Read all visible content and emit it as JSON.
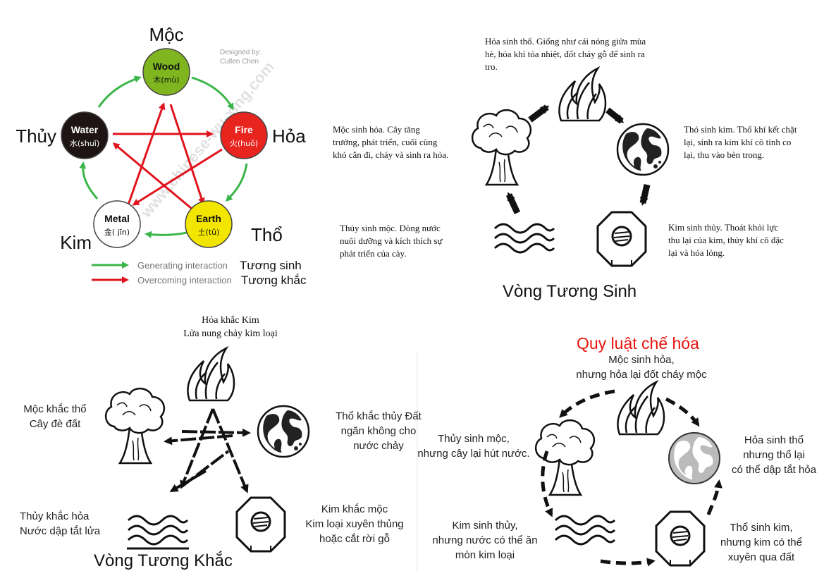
{
  "panel1": {
    "designer": "Designed by:\nCullen Chen",
    "elements": [
      {
        "key": "wood",
        "name": "Wood",
        "sub": "木(mù)",
        "viet": "Mộc",
        "color": "#7fb620",
        "textColor": "#111111"
      },
      {
        "key": "fire",
        "name": "Fire",
        "sub": "火(huǒ)",
        "viet": "Hỏa",
        "color": "#e8241f",
        "textColor": "#ffffff"
      },
      {
        "key": "earth",
        "name": "Earth",
        "sub": "土(tǔ)",
        "viet": "Thổ",
        "color": "#f2e600",
        "textColor": "#111111"
      },
      {
        "key": "metal",
        "name": "Metal",
        "sub": "金( jīn)",
        "viet": "Kim",
        "color": "#ffffff",
        "textColor": "#111111"
      },
      {
        "key": "water",
        "name": "Water",
        "sub": "水(shuǐ)",
        "viet": "Thủy",
        "color": "#1e1414",
        "textColor": "#ffffff"
      }
    ],
    "legend": {
      "generating_label": "Generating interaction",
      "generating_viet": "Tương sinh",
      "overcoming_label": "Overcoming interaction",
      "overcoming_viet": "Tương khắc",
      "generating_color": "#3bb54a",
      "overcoming_color": "#e0141e"
    }
  },
  "panel2": {
    "title": "Vòng Tương Sinh",
    "texts": {
      "fire_earth": "Hỏa sinh thổ. Giống như cái nóng giửa mùa\nhè, hỏa khí tỏa nhiệt, đốt chảy gỗ để sinh ra\ntro.",
      "wood_fire": "Mộc sinh hỏa. Cây tăng\ntrưởng, phát triển, cuối cùng\nkhó cằn đi, cháy và sinh ra hỏa.",
      "earth_metal": "Thó sinh kim. Thổ khí kết chặt\nlại, sinh ra kim khí cô tính co\nlại, thu vào bèn trong.",
      "water_wood": "Thủy sinh mộc. Dòng nước\nnuôi dưỡng và kích thích sự\nphát triển của cày.",
      "metal_water": "Kim sinh thủy. Thoát khỏi lực\nthu lại của kim, thủy khí cô đặc\nlại và hóa lỏng."
    }
  },
  "panel3": {
    "title": "Vòng Tương Khắc",
    "texts": {
      "fire_metal": "Hỏa khắc Kim\nLửa nung chảy kim loại",
      "wood_earth": "Mộc khắc thổ\nCây đè đất",
      "earth_water": "Thổ khắc thủy Đất\nngăn không cho\nnước chảy",
      "water_fire": "Thủy khắc hỏa\nNước dập tắt lửa",
      "metal_wood": "Kim khắc mộc\nKim loại xuyên thủng\nhoặc cắt rời gỗ"
    }
  },
  "panel4": {
    "title": "Quy luật chế hóa",
    "title_color": "#e8120c",
    "texts": {
      "wood_fire": "Mộc sinh hỏa,\nnhưng hỏa lại đốt cháy mộc",
      "water_wood": "Thủy sinh mộc,\nnhưng cây lại hút nước.",
      "fire_earth": "Hỏa sinh thổ\nnhưng thổ lại\ncó thể dập tắt hỏa",
      "metal_water": "Kim sinh thủy,\nnhưng nước có thể ăn\nmòn kim loại",
      "earth_metal": "Thổ sinh kim,\nnhưng kim có thể\nxuyên qua đất"
    }
  }
}
